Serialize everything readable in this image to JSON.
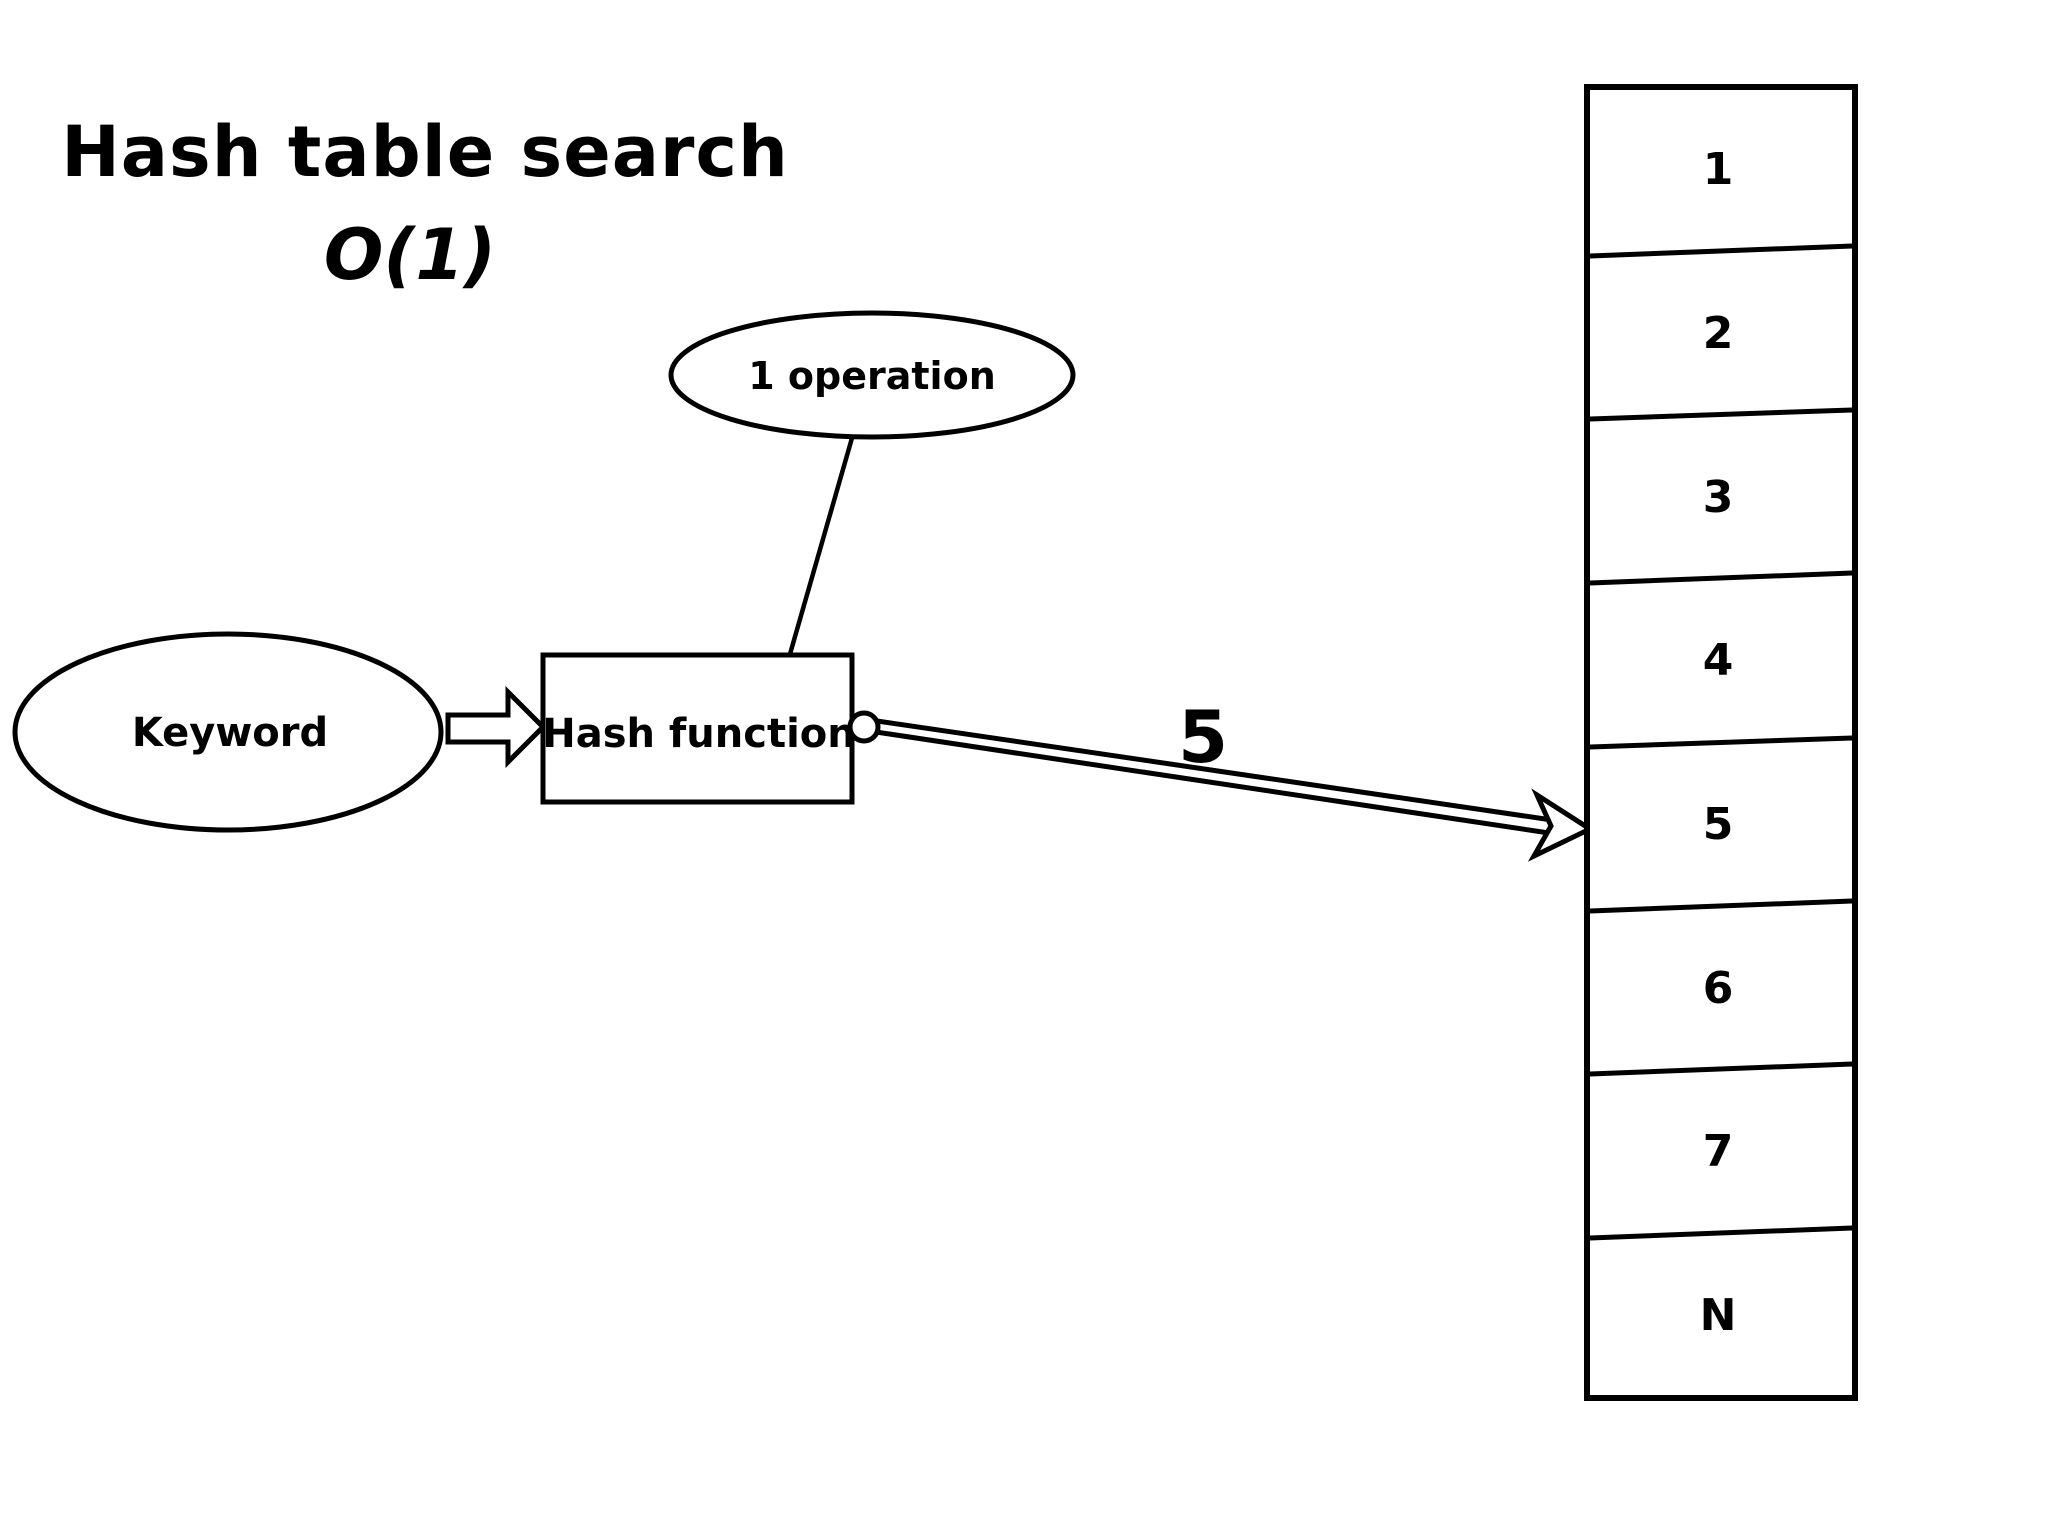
{
  "title": "Hash table search",
  "complexity": "O(1)",
  "annotations": {
    "operation_label": "1 operation",
    "hash_output_value": "5"
  },
  "nodes": {
    "keyword_label": "Keyword",
    "hash_function_label": "Hash function"
  },
  "table": {
    "cells": [
      {
        "label": "1"
      },
      {
        "label": "2"
      },
      {
        "label": "3"
      },
      {
        "label": "4"
      },
      {
        "label": "5"
      },
      {
        "label": "6"
      },
      {
        "label": "7"
      },
      {
        "label": "N"
      }
    ]
  },
  "colors": {
    "ink": "#000000",
    "background": "#ffffff"
  }
}
